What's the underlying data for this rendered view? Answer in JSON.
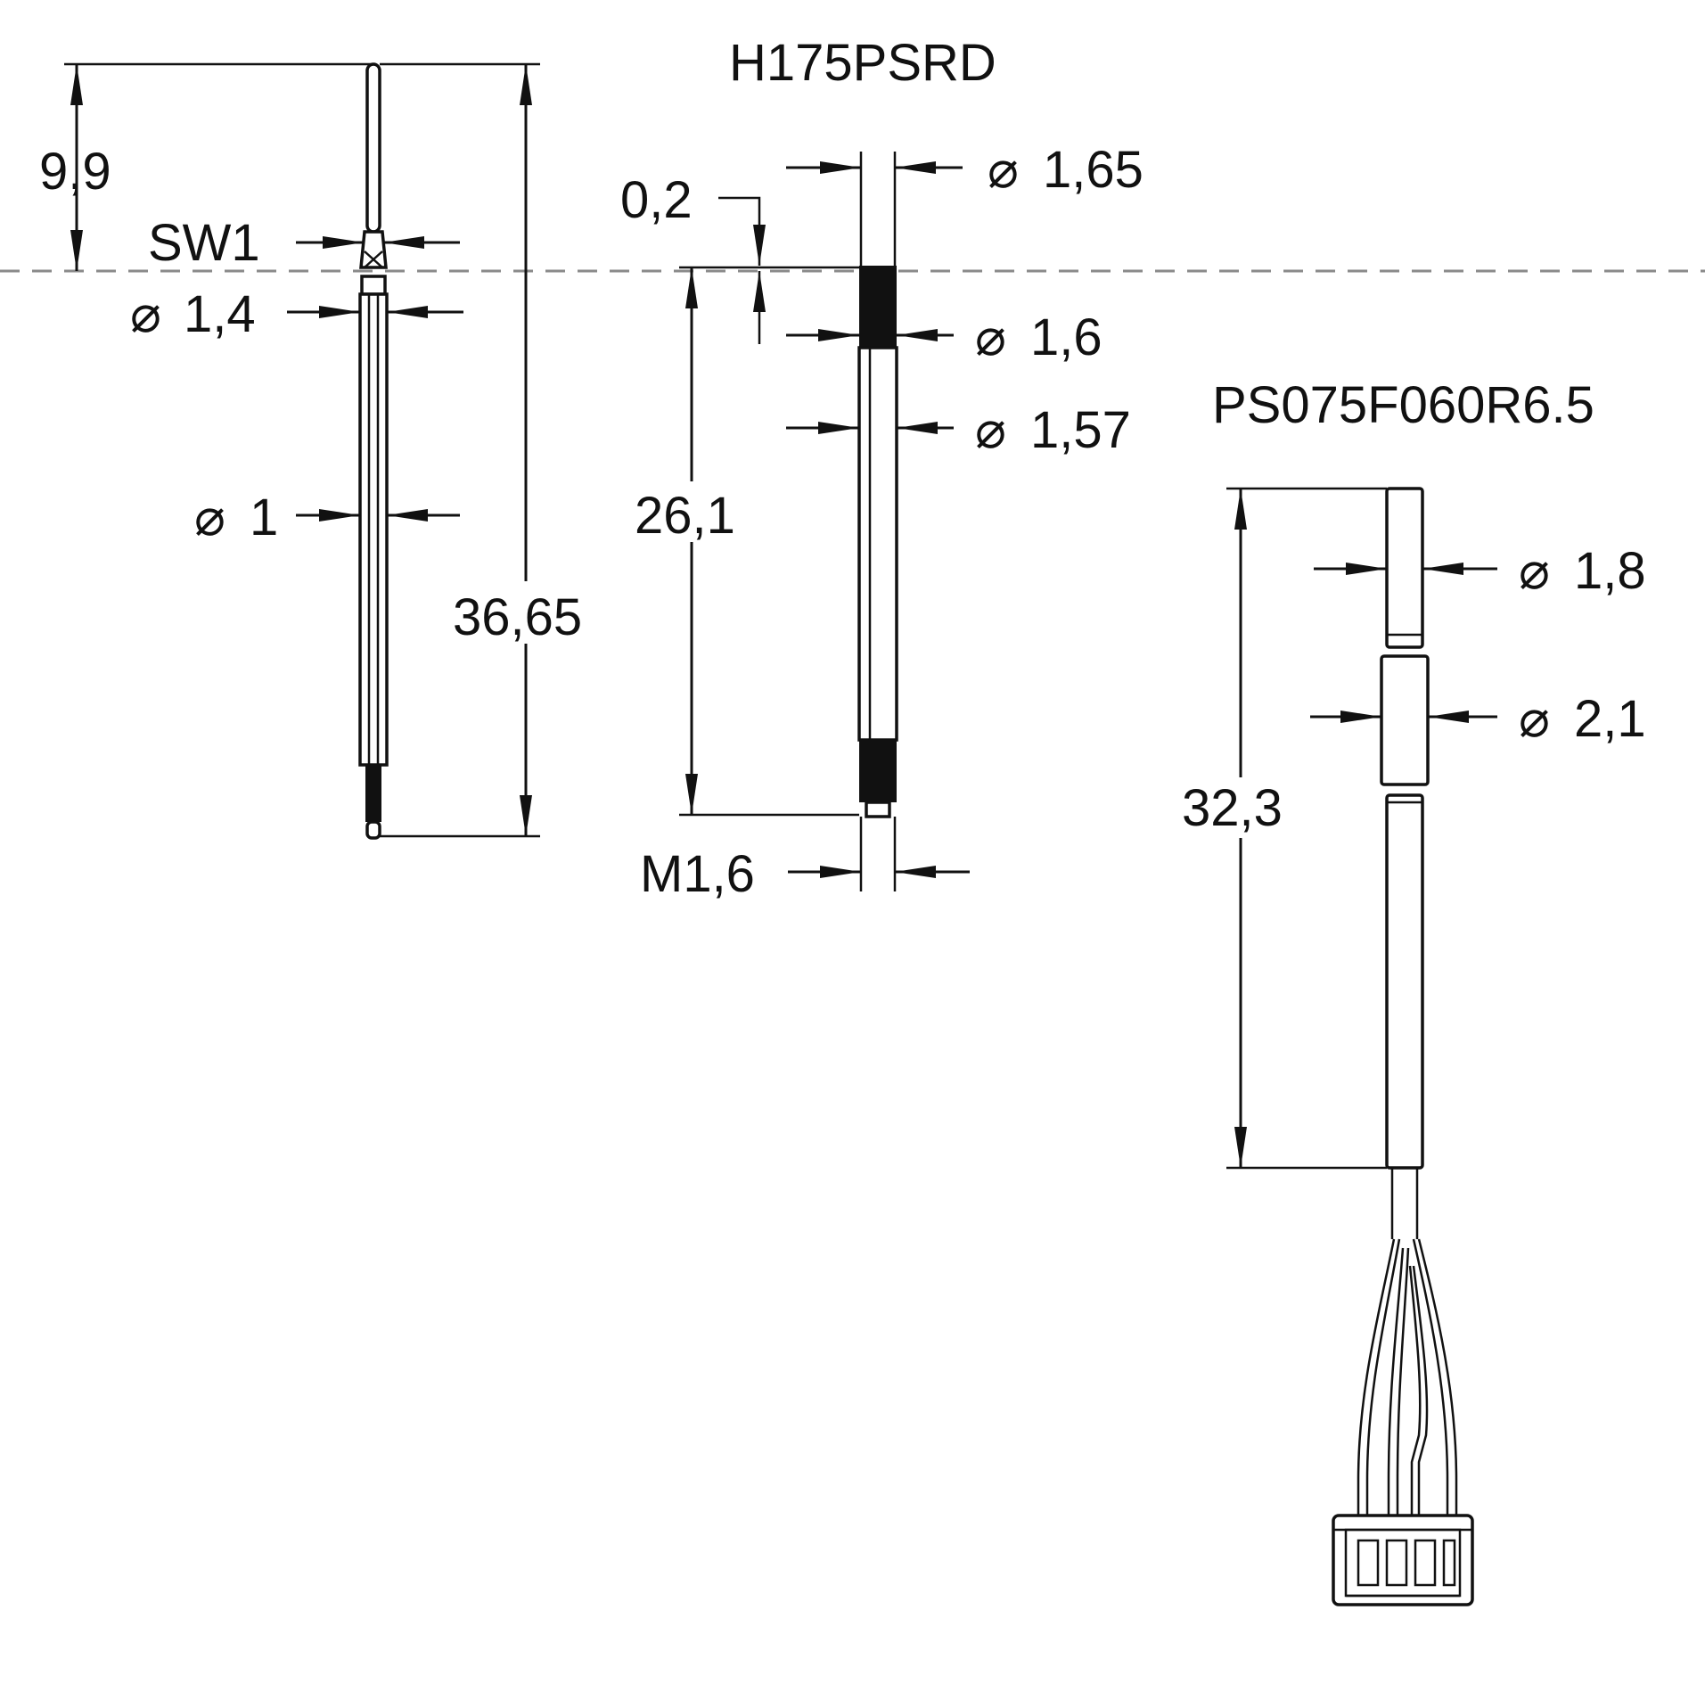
{
  "titles": {
    "probe_model": "H175PSRD",
    "connector_model": "PS075F060R6.5"
  },
  "probe": {
    "tip_length": "9,9",
    "wrench_size": "SW1",
    "collar_diameter": "1,4",
    "shaft_diameter": "1",
    "total_length": "36,65"
  },
  "holder": {
    "gap": "0,2",
    "outer_diameter": "1,65",
    "thread_diameter": "1,6",
    "shaft_diameter": "1,57",
    "length": "26,1",
    "thread_spec": "M1,6"
  },
  "sensor": {
    "top_diameter": "1,8",
    "sleeve_diameter": "2,1",
    "length": "32,3"
  },
  "symbols": {
    "diameter": "⌀"
  },
  "colors": {
    "line": "#111111",
    "reference_line": "#8a8a8a",
    "background": "#ffffff"
  }
}
